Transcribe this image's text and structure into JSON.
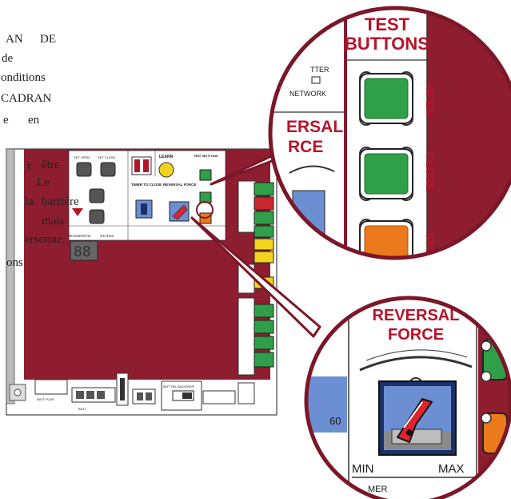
{
  "text_fragments": [
    "AN",
    "DE",
    "de",
    "onditions",
    "CADRAN",
    "e",
    "en",
    "t",
    "être",
    "Le",
    "la",
    "barrière",
    "mais",
    "ersonne.",
    "ons"
  ],
  "board": {
    "set_open": "SET OPEN",
    "set_close": "SET CLOSE",
    "learn": "LEARN",
    "test_buttons": "TEST BUTTONS",
    "timer_to_close": "TIMER TO CLOSE",
    "reversal_force": "REVERSAL FORCE",
    "diagnostic": "DIAGNOSTIC",
    "status": "STATUS",
    "batt_fuse": "BATT FUSE",
    "batt": "BATT",
    "batt_fail_backdrive": "BATT FAIL BACKDRIVE"
  },
  "callout_test": {
    "title_line1": "TEST",
    "title_line2": "BUTTONS",
    "transmitter": "TTER",
    "network": "NETWORK",
    "reversal_line1": "ERSAL",
    "reversal_line2": "RCE",
    "open": "OPEN",
    "close": "CLOSE",
    "stop": "STOP"
  },
  "callout_reversal": {
    "title_line1": "REVERSAL",
    "title_line2": "FORCE",
    "min": "MIN",
    "max": "MAX",
    "dial_value": "60",
    "bottom_text": "MER"
  },
  "colors": {
    "board_red": "#8e1d2f",
    "green_button": "#2f9f4a",
    "orange_button": "#ea7a1c",
    "yellow_button": "#f2d41f",
    "knob_red": "#e0242f",
    "knob_blue": "#6c8fd4"
  }
}
